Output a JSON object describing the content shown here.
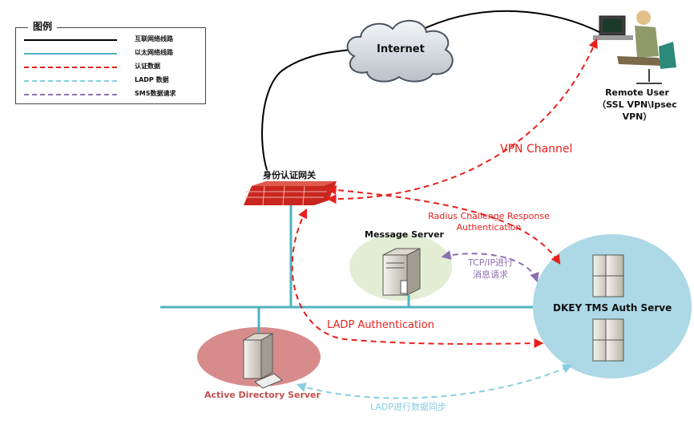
{
  "legend": {
    "title": "图例",
    "items": [
      {
        "label": "互联网络线路",
        "color": "#000000",
        "style": "solid"
      },
      {
        "label": "以太网络线路",
        "color": "#4fb3c0",
        "style": "solid"
      },
      {
        "label": "认证数据",
        "color": "#e8201c",
        "style": "dashed"
      },
      {
        "label": "LADP 数据",
        "color": "#88cde0",
        "style": "dashed"
      },
      {
        "label": "SMS数据请求",
        "color": "#8b6fb0",
        "style": "dashed"
      }
    ]
  },
  "nodes": {
    "internet": "Internet",
    "remote_user": [
      "Remote User",
      "（SSL VPN\\Ipsec",
      "VPN）"
    ],
    "gateway": "身份认证网关",
    "message_server": "Message Server",
    "dkey": "DKEY TMS Auth Serve",
    "ad_server": "Active Directory Server"
  },
  "edges": {
    "vpn_channel": "VPN Channel",
    "radius": [
      "Radius Challenge Response",
      "Authentication"
    ],
    "tcpip": [
      "TCP/IP进行",
      "消息请求"
    ],
    "ladp_auth": "LADP Authentication",
    "ladp_sync": "LADP进行数据同步"
  },
  "colors": {
    "internet_line": "#000000",
    "ethernet": "#4fb3c0",
    "auth": "#e8201c",
    "ladp": "#88cde0",
    "sms": "#8b6fb0",
    "dkey_bg": "#add8e6",
    "msg_bg": "#e2edd4",
    "ad_bg": "#d88b8b",
    "ad_label": "#c0504d"
  }
}
